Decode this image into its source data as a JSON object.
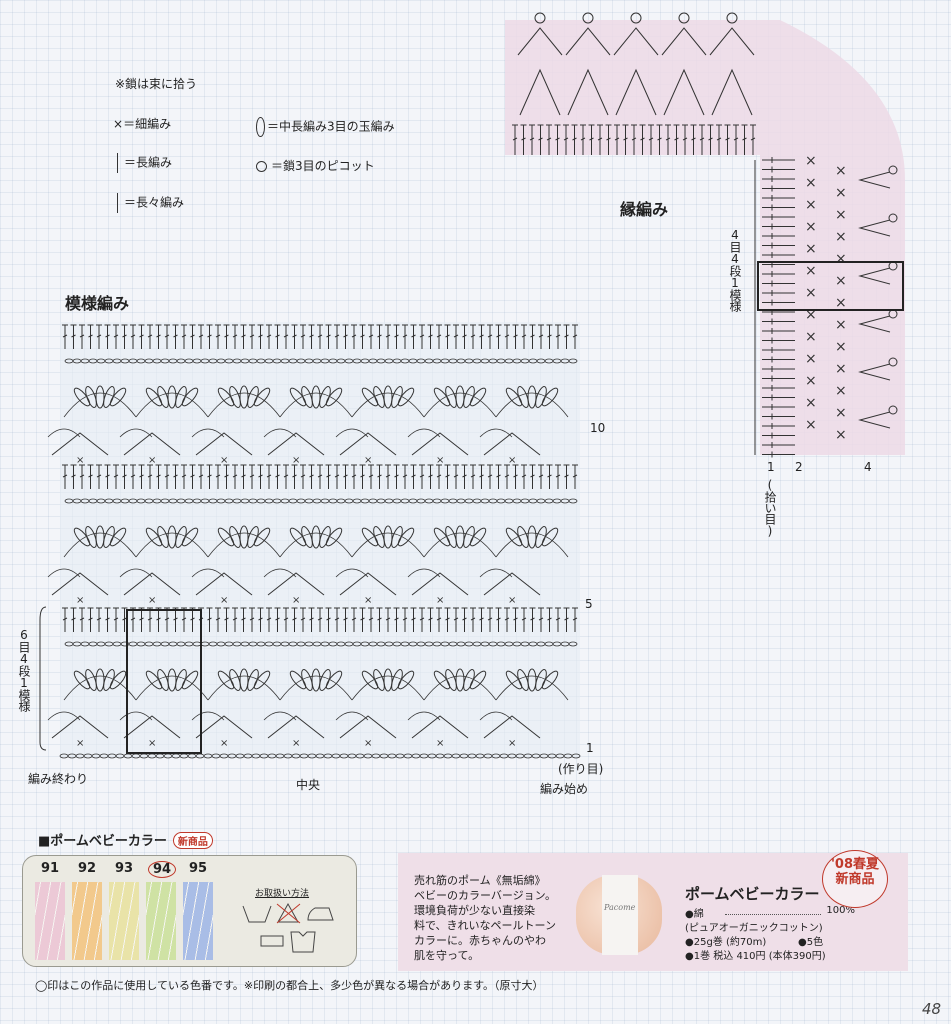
{
  "legend": {
    "note": "※鎖は束に拾う",
    "items": [
      {
        "symbol": "×",
        "label": "＝細編み"
      },
      {
        "symbol": "long-stitch",
        "label": "＝長編み"
      },
      {
        "symbol": "double-long-stitch",
        "label": "＝長々編み"
      },
      {
        "symbol": "puff",
        "label": "＝中長編み3目の玉編み"
      },
      {
        "symbol": "picot",
        "label": "＝鎖3目のピコット"
      }
    ]
  },
  "main_chart": {
    "title": "模様編み",
    "row_labels": [
      "10",
      "5",
      "1"
    ],
    "start_chain": "(作り目)",
    "repeat_label": "6目4段1模様",
    "end_label": "編み終わり",
    "center_label": "中央",
    "start_label": "編み始め"
  },
  "edge_chart": {
    "title": "縁編み",
    "repeat_label": "4目4段1模様",
    "row_labels": [
      "1",
      "2",
      "4"
    ],
    "pickup_label": "(拾い目)"
  },
  "color_card": {
    "title": "■ポームベビーカラー",
    "badge": "新商品",
    "colors": [
      {
        "number": "91",
        "hex": "#ecc9d6",
        "selected": false
      },
      {
        "number": "92",
        "hex": "#f2c98c",
        "selected": false
      },
      {
        "number": "93",
        "hex": "#e9e3a8",
        "selected": false
      },
      {
        "number": "94",
        "hex": "#cfe2a4",
        "selected": true
      },
      {
        "number": "95",
        "hex": "#a9bde6",
        "selected": false
      }
    ],
    "care_title": "お取扱い方法",
    "note": "◯印はこの作品に使用している色番です。※印刷の都合上、多少色が異なる場合があります。（原寸大）"
  },
  "product": {
    "description": [
      "売れ筋のポーム《無垢綿》",
      "ベビーのカラーバージョン。",
      "環境負荷が少ない直接染",
      "料で、きれいなペールトーン",
      "カラーに。赤ちゃんのやわ",
      "肌を守って。"
    ],
    "badge_line1": "'08春夏",
    "badge_line2": "新商品",
    "name": "ポームベビーカラー",
    "material": "●綿",
    "material_pct": "100%",
    "material_note": "(ピュアオーガニックコットン)",
    "weight": "●25g巻 (約70m)",
    "colors": "●5色",
    "price": "●1巻 税込 410円 (本体390円)",
    "ball_label": "Pacome"
  },
  "page_number": "48",
  "accent": "#c0392b"
}
